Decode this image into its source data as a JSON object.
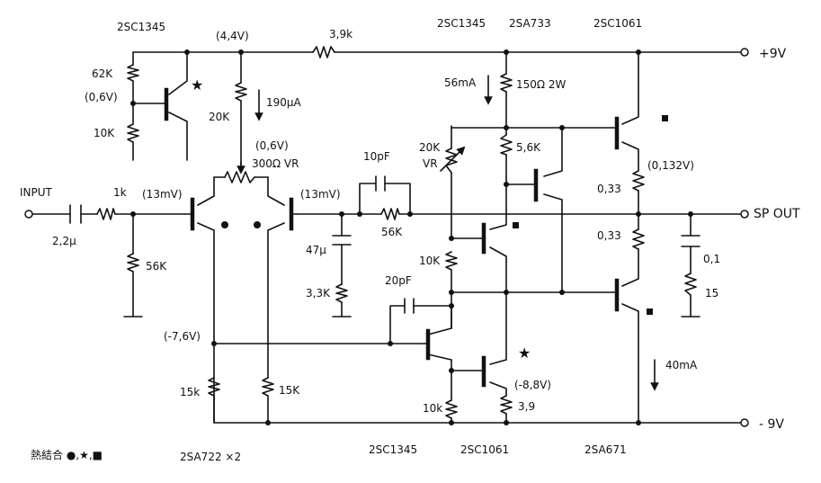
{
  "labels": {
    "q_2sc1345_top": "2SC1345",
    "v_4_4": "(4,4V)",
    "r_3_9k": "3,9k",
    "q_2sc1345_mid": "2SC1345",
    "q_2sa733": "2SA733",
    "q_2sc1061_top": "2SC1061",
    "rail_plus": "+9V",
    "r_62k": "62K",
    "v_0_6_left": "(0,6V)",
    "r_10k_bias": "10K",
    "r_20k": "20K",
    "i_190ua": "190μA",
    "v_0_6_mid": "(0,6V)",
    "vr_300": "300Ω VR",
    "i_56ma": "56mA",
    "r_150": "150Ω 2W",
    "r_5_6k": "5,6K",
    "vr_20k_value": "20K",
    "vr_20k_tag": "VR",
    "c_10pf": "10pF",
    "r_56k_fb": "56K",
    "v_13mv_left": "(13mV)",
    "v_13mv_right": "(13mV)",
    "v_0_132": "(0,132V)",
    "r_0_33_top": "0,33",
    "r_0_33_bot": "0,33",
    "sp_out": "SP OUT",
    "input": "INPUT",
    "c_2_2u": "2,2μ",
    "r_1k": "1k",
    "r_56k_in": "56K",
    "c_47u": "47μ",
    "r_3_3k": "3,3K",
    "c_20pf": "20pF",
    "r_10k_vas": "10K",
    "c_0_1": "0,1",
    "r_15": "15",
    "v_neg_7_6": "(-7,6V)",
    "r_15k_a": "15k",
    "r_15k_b": "15K",
    "v_neg_8_8": "(-8,8V)",
    "r_10k_src": "10k",
    "r_3_9": "3,9",
    "i_40ma": "40mA",
    "rail_minus": "- 9V",
    "thermal_note": "熱結合 ●,★,■",
    "q_2sa722": "2SA722 ×2",
    "q_2sc1345_bot": "2SC1345",
    "q_2sc1061_bot": "2SC1061",
    "q_2sa671": "2SA671"
  }
}
